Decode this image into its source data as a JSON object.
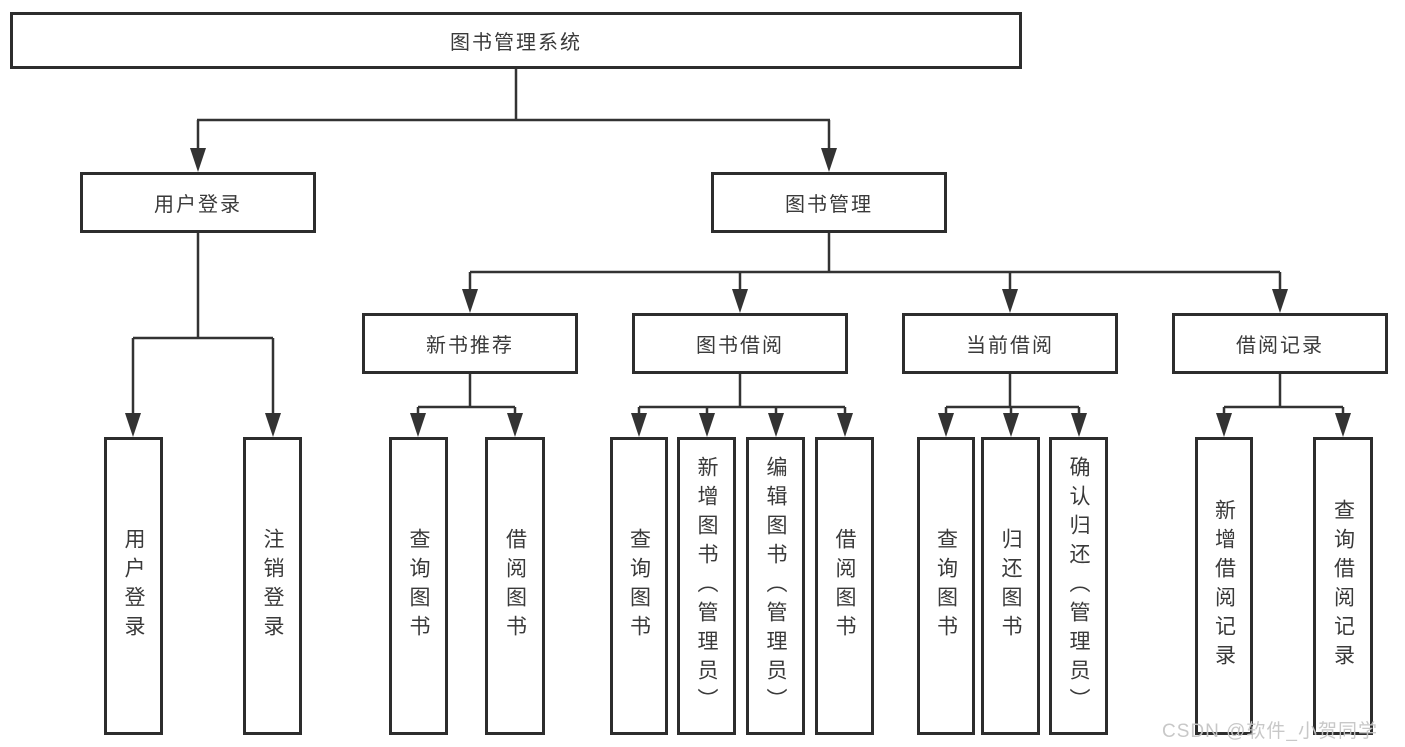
{
  "diagram": {
    "root": {
      "label": "图书管理系统"
    },
    "branches": [
      {
        "label": "用户登录",
        "children": [
          {
            "label": "用户登录"
          },
          {
            "label": "注销登录"
          }
        ]
      },
      {
        "label": "图书管理",
        "children": [
          {
            "label": "新书推荐",
            "children": [
              {
                "label": "查询图书"
              },
              {
                "label": "借阅图书"
              }
            ]
          },
          {
            "label": "图书借阅",
            "children": [
              {
                "label": "查询图书"
              },
              {
                "label": "新增图书（管理员）"
              },
              {
                "label": "编辑图书（管理员）"
              },
              {
                "label": "借阅图书"
              }
            ]
          },
          {
            "label": "当前借阅",
            "children": [
              {
                "label": "查询图书"
              },
              {
                "label": "归还图书"
              },
              {
                "label": "确认归还（管理员）"
              }
            ]
          },
          {
            "label": "借阅记录",
            "children": [
              {
                "label": "新增借阅记录"
              },
              {
                "label": "查询借阅记录"
              }
            ]
          }
        ]
      }
    ]
  },
  "watermark": {
    "text": "CSDN @软件_小贺同学"
  },
  "colors": {
    "line": "#333333",
    "box_border": "#2d2d2d",
    "text": "#3a3a3a",
    "background": "#ffffff",
    "watermark": "#c6c6c6"
  }
}
